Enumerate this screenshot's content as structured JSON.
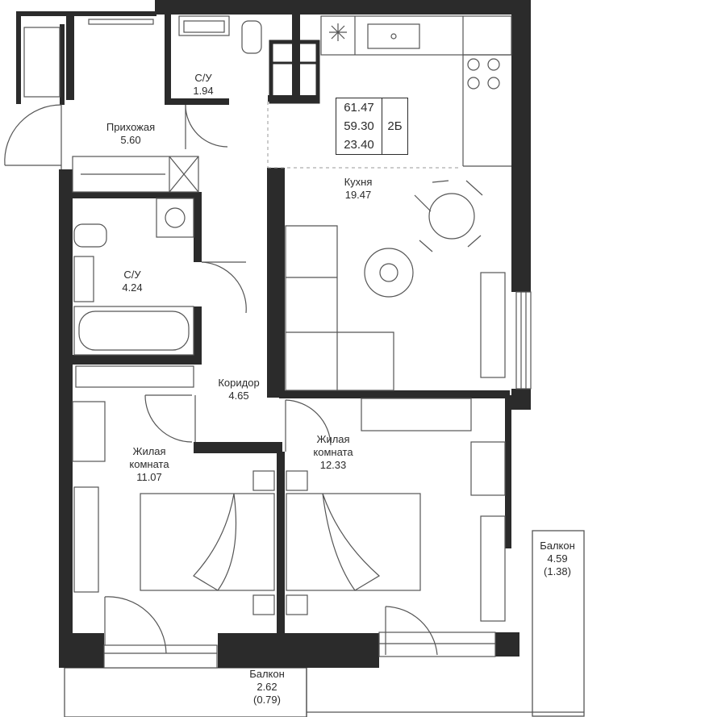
{
  "summary": {
    "total_area": "61.47",
    "living_area_total": "59.30",
    "living_rooms_area": "23.40",
    "apartment_type": "2Б"
  },
  "rooms": {
    "bathroom_top": {
      "name": "С/У",
      "area": "1.94"
    },
    "hallway": {
      "name": "Прихожая",
      "area": "5.60"
    },
    "bathroom_mid": {
      "name": "С/У",
      "area": "4.24"
    },
    "kitchen": {
      "name": "Кухня",
      "area": "19.47"
    },
    "corridor": {
      "name": "Коридор",
      "area": "4.65"
    },
    "bedroom_left": {
      "name_line1": "Жилая",
      "name_line2": "комната",
      "area": "11.07"
    },
    "bedroom_right": {
      "name_line1": "Жилая",
      "name_line2": "комната",
      "area": "12.33"
    },
    "balcony_right": {
      "name": "Балкон",
      "area": "4.59",
      "area_coef": "(1.38)"
    },
    "balcony_bottom": {
      "name": "Балкон",
      "area": "2.62",
      "area_coef": "(0.79)"
    }
  },
  "colors": {
    "wall": "#2b2b2b",
    "line": "#555555",
    "background": "#ffffff"
  }
}
